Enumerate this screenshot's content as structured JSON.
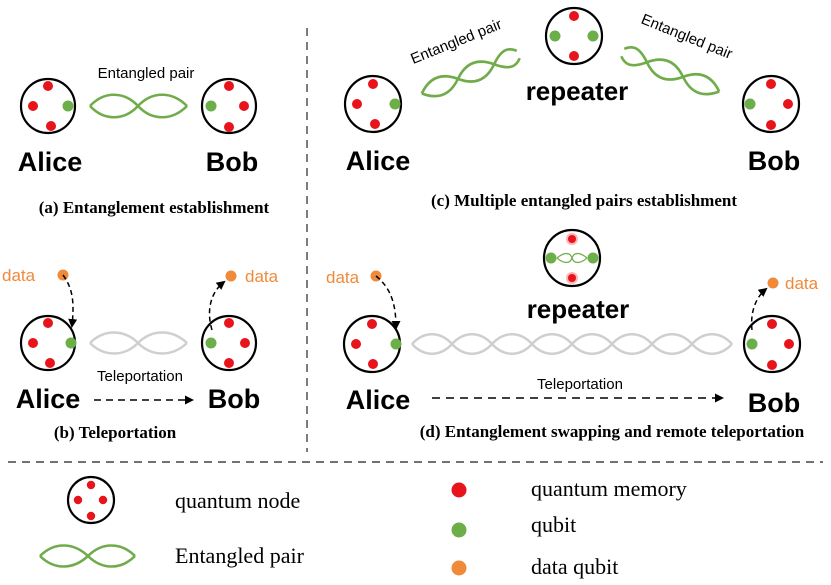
{
  "colors": {
    "memory": "#e8141c",
    "qubit": "#6cae48",
    "data": "#ef8a3a",
    "entangle": "#71ac4a",
    "faded": "#cfcfcf",
    "ink": "#000000"
  },
  "panel_a": {
    "caption": "(a)  Entanglement establishment",
    "link_label": "Entangled pair",
    "left_name": "Alice",
    "right_name": "Bob"
  },
  "panel_b": {
    "caption": "(b)  Teleportation",
    "left_name": "Alice",
    "right_name": "Bob",
    "left_data": "data",
    "right_data": "data",
    "arrow_label": "Teleportation"
  },
  "panel_c": {
    "caption": "(c)  Multiple entangled pairs establishment",
    "left_link_label": "Entangled pair",
    "right_link_label": "Entangled pair",
    "repeater_label": "repeater",
    "left_name": "Alice",
    "right_name": "Bob"
  },
  "panel_d": {
    "caption": "(d)  Entanglement swapping and remote teleportation",
    "repeater_label": "repeater",
    "left_name": "Alice",
    "right_name": "Bob",
    "left_data": "data",
    "right_data": "data",
    "arrow_label": "Teleportation"
  },
  "legend": {
    "node_label": "quantum node",
    "pair_label": "Entangled pair",
    "memory_label": "quantum memory",
    "qubit_label": "qubit",
    "data_label": "data qubit"
  }
}
